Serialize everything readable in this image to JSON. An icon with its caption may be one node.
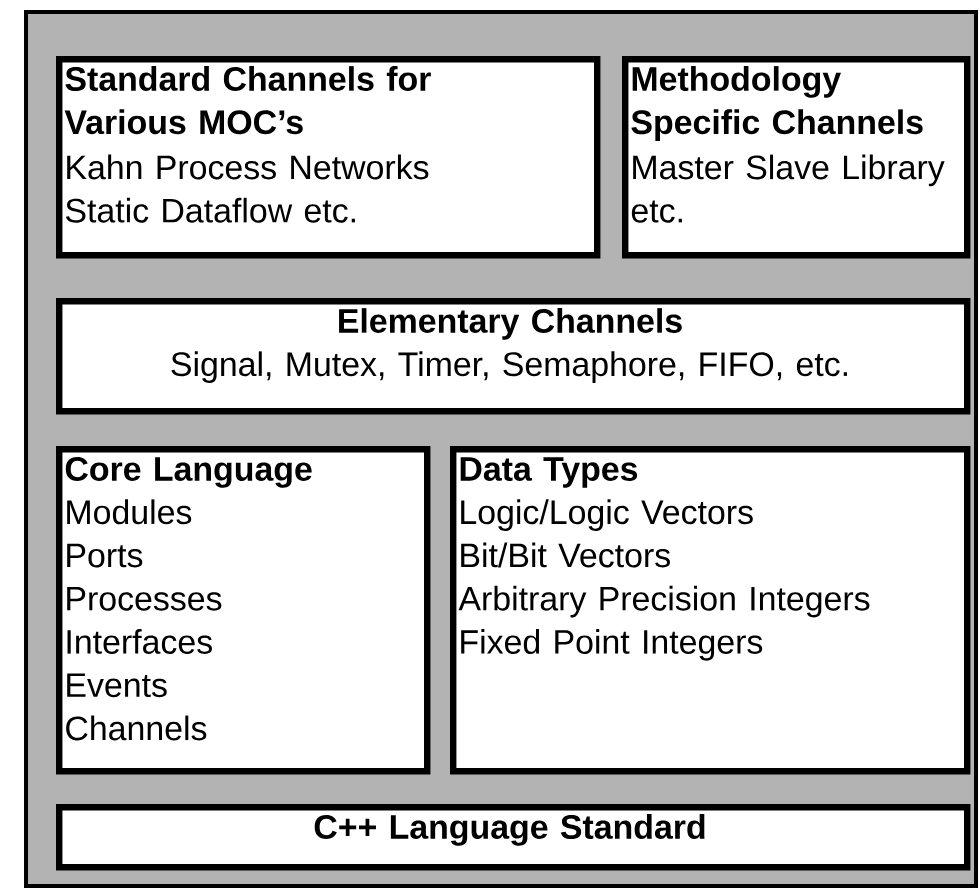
{
  "diagram": {
    "nodes": [
      {
        "text": [],
        "shape": "box"
      },
      {
        "text": [
          "Standard Channels for Various MOC’s",
          "Kahn Process Networks",
          "Static Dataflow etc."
        ],
        "in": 0
      },
      {
        "text": [
          "Methodology Specific Channels",
          "Master Slave Library etc."
        ],
        "in": 0
      },
      {
        "text": [
          "Elementary Channels",
          "Signal, Mutex, Timer, Semaphore, FIFO, etc."
        ],
        "in": 0
      },
      {
        "text": [
          "Core Language",
          "Modules",
          "Ports",
          "Processes",
          "Interfaces",
          "Events",
          "Channels"
        ],
        "in": 0
      },
      {
        "text": [
          "Data Types",
          "Logic/Logic Vectors",
          "Bit/Bit Vectors",
          "Arbitrary Precision Integers",
          "Fixed Point Integers"
        ],
        "in": 0
      },
      {
        "text": [
          "C++ Language Standard"
        ],
        "in": 0
      }
    ],
    "edges": []
  }
}
